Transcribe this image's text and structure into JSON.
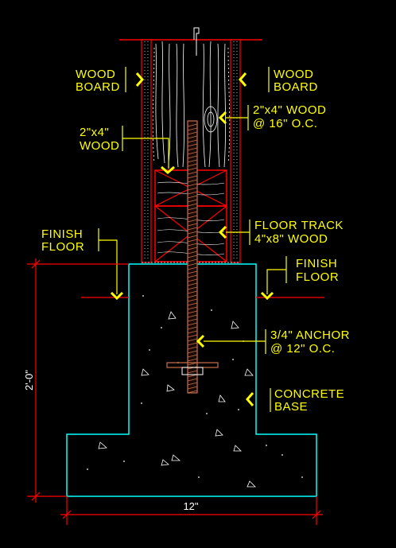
{
  "labels": {
    "wood_board_left": [
      "WOOD",
      "BOARD"
    ],
    "wood_board_right": [
      "WOOD",
      "BOARD"
    ],
    "stud_right": [
      "2\"x4\" WOOD",
      "@ 16\" O.C."
    ],
    "stud_left": [
      "2\"x4\"",
      "WOOD"
    ],
    "floor_track": [
      "FLOOR TRACK",
      "4\"x8\" WOOD"
    ],
    "finish_floor_left": [
      "FINISH",
      "FLOOR"
    ],
    "finish_floor_right": [
      "FINISH",
      "FLOOR"
    ],
    "anchor": [
      "3/4\" ANCHOR",
      "@ 12\" O.C."
    ],
    "concrete_base": [
      "CONCRETE",
      "BASE"
    ]
  },
  "dimensions": {
    "height": "2'-0\"",
    "width": "12\""
  },
  "colors": {
    "background": "#000000",
    "wood_outline": "#ff0000",
    "concrete_outline": "#00ffff",
    "label": "#ffff00",
    "wood_grain": "#ffffff",
    "rod": "#c8704a"
  }
}
